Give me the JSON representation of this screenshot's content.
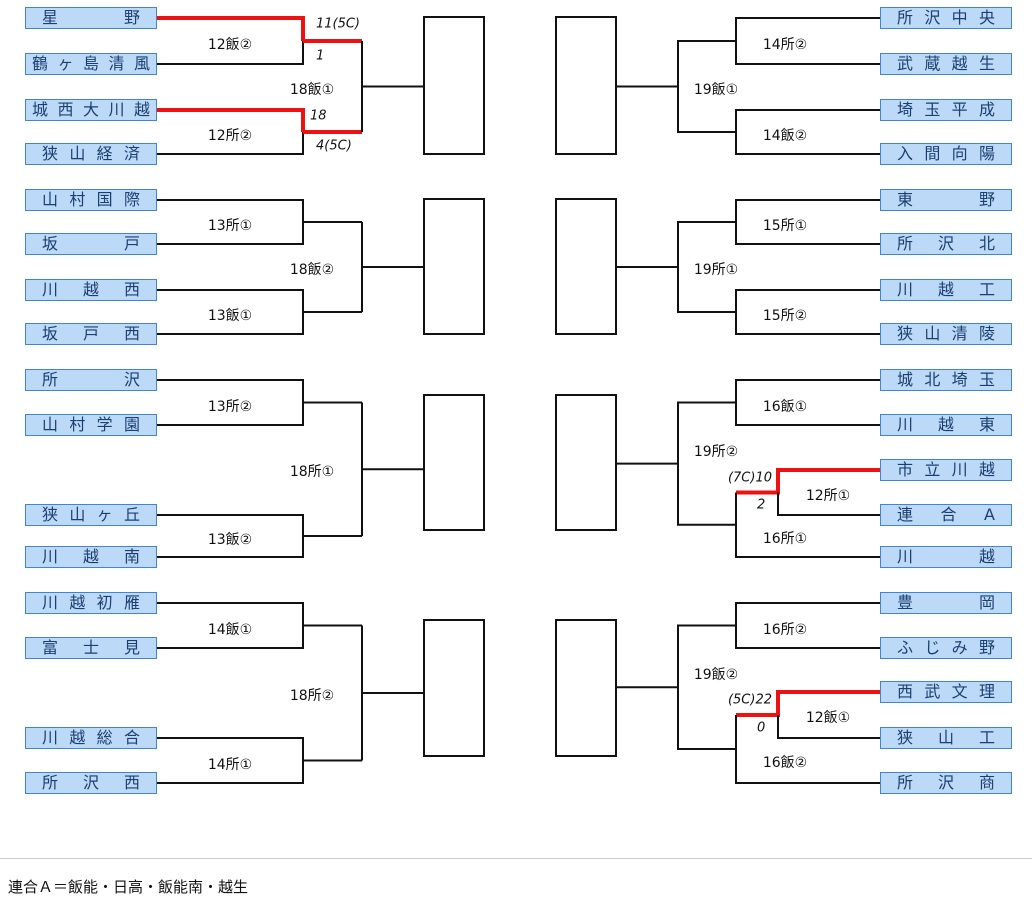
{
  "left": [
    {
      "teams": [
        "星野",
        "鶴ヶ島清風",
        "城西大川越",
        "狭山経済"
      ],
      "r1": [
        "12飯②",
        "12所②"
      ],
      "r2": "18飯①",
      "winners": [
        0,
        0
      ],
      "scores": [
        "11(5C)",
        "1",
        "18",
        "4(5C)"
      ]
    },
    {
      "teams": [
        "山村国際",
        "坂戸",
        "川越西",
        "坂戸西"
      ],
      "r1": [
        "13所①",
        "13飯①"
      ],
      "r2": "18飯②"
    },
    {
      "teams": [
        "所沢",
        "山村学園",
        "狭山ヶ丘",
        "川越南"
      ],
      "r1": [
        "13所②",
        "13飯②"
      ],
      "r2": "18所①"
    },
    {
      "teams": [
        "川越初雁",
        "富士見",
        "川越総合",
        "所沢西"
      ],
      "r1": [
        "14飯①",
        "14所①"
      ],
      "r2": "18所②"
    }
  ],
  "right": [
    {
      "teams": [
        "所沢中央",
        "武蔵越生",
        "埼玉平成",
        "入間向陽"
      ],
      "r1": [
        "14所②",
        "14飯②"
      ],
      "r2": "19飯①"
    },
    {
      "teams": [
        "東野",
        "所沢北",
        "川越工",
        "狭山清陵"
      ],
      "r1": [
        "15所①",
        "15所②"
      ],
      "r2": "19所①"
    },
    {
      "teams": [
        "城北埼玉",
        "川越東",
        "市立川越",
        "連合A",
        "川越"
      ],
      "r1": [
        "16飯①",
        "16所①"
      ],
      "sub": "12所①",
      "r2": "19所②",
      "scores": [
        "(7C)10",
        "2"
      ]
    },
    {
      "teams": [
        "豊岡",
        "ふじみ野",
        "西武文理",
        "狭山工",
        "所沢商"
      ],
      "r1": [
        "16所②",
        "16飯②"
      ],
      "sub": "12飯①",
      "r2": "19飯②",
      "scores": [
        "(5C)22",
        "0"
      ]
    }
  ],
  "footnote": "連合Ａ＝飯能・日高・飯能南・越生",
  "colors": {
    "winner_line": "#ee1111",
    "line": "#111111",
    "team_fill": "#bcd9f7",
    "team_border": "#3f86cc"
  }
}
